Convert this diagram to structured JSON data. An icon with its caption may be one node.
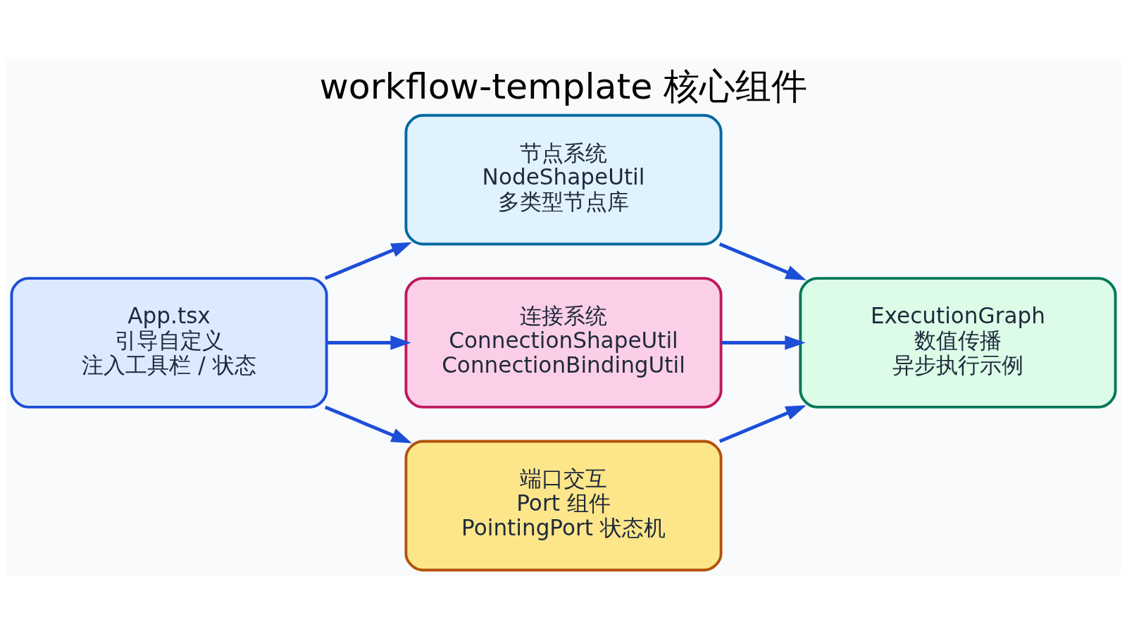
{
  "diagram": {
    "title": "workflow-template 核心组件",
    "nodes": [
      {
        "text": [
          "App.tsx",
          "引导自定义",
          "注入工具栏 / 状态"
        ]
      },
      {
        "text": [
          "节点系统",
          "NodeShapeUtil",
          "多类型节点库"
        ]
      },
      {
        "text": [
          "连接系统",
          "ConnectionShapeUtil",
          "ConnectionBindingUtil"
        ]
      },
      {
        "text": [
          "端口交互",
          "Port 组件",
          "PointingPort 状态机"
        ]
      },
      {
        "text": [
          "ExecutionGraph",
          "数值传播",
          "异步执行示例"
        ]
      }
    ],
    "edges": [
      {
        "from": 0,
        "to": 1,
        "arrow": "to"
      },
      {
        "from": 0,
        "to": 2,
        "arrow": "to"
      },
      {
        "from": 0,
        "to": 3,
        "arrow": "to"
      },
      {
        "from": 1,
        "to": 4,
        "arrow": "to"
      },
      {
        "from": 2,
        "to": 4,
        "arrow": "to"
      },
      {
        "from": 3,
        "to": 4,
        "arrow": "to"
      }
    ]
  }
}
